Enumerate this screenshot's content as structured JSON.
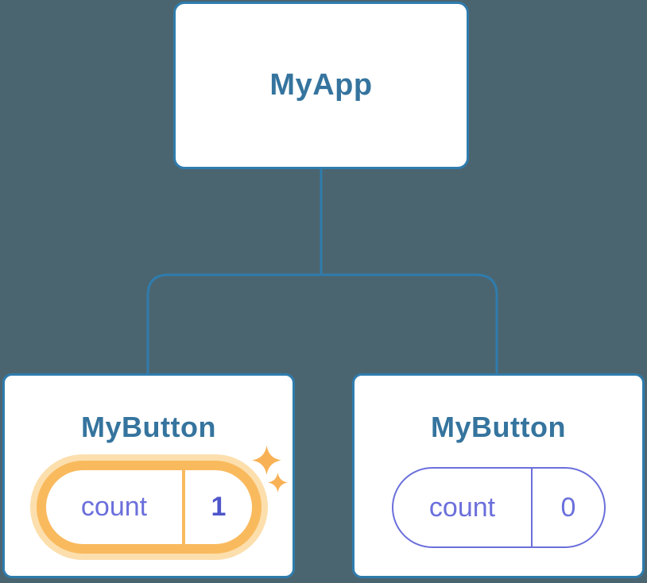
{
  "diagram": {
    "description": "React component tree diagram",
    "root": {
      "title": "MyApp"
    },
    "children": [
      {
        "title": "MyButton",
        "state": {
          "label": "count",
          "value": "1"
        },
        "highlighted": true
      },
      {
        "title": "MyButton",
        "state": {
          "label": "count",
          "value": "0"
        },
        "highlighted": false
      }
    ]
  },
  "icons": {
    "sparkle": "sparkle-icon"
  },
  "colors": {
    "background": "#4B6570",
    "node_border_blue": "#2F7CAD",
    "connector_blue": "#2F7CAD",
    "title_blue": "#35749E",
    "state_purple": "#6B6FDB",
    "state_value_bold_purple": "#4E56C9",
    "highlight_orange": "#F9BA5E",
    "highlight_glow": "#FCDFAD",
    "node_fill": "#FFFFFF"
  }
}
